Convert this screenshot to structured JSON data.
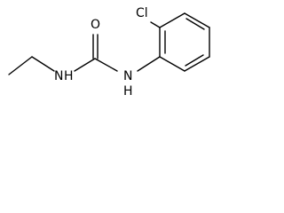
{
  "molecule": {
    "atoms": {
      "chlorine": "Cl",
      "nitrogen_left": "N",
      "hydrogen_left": "H",
      "oxygen": "O",
      "nitrogen_right": "N",
      "hydrogen_right": "H"
    }
  }
}
